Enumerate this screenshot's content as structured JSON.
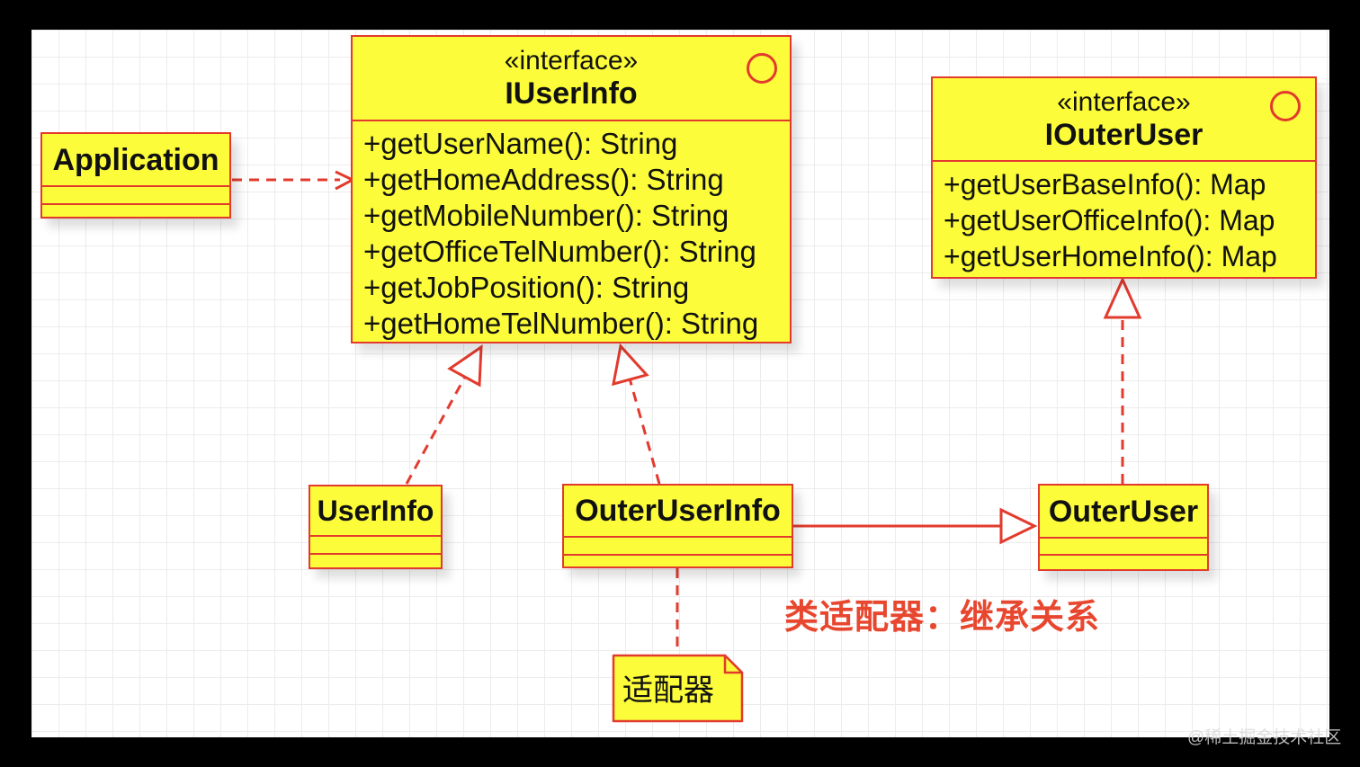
{
  "diagram": {
    "application": {
      "name": "Application"
    },
    "iuserinfo": {
      "stereotype": "«interface»",
      "name": "IUserInfo",
      "methods": [
        "+getUserName(): String",
        "+getHomeAddress(): String",
        "+getMobileNumber(): String",
        "+getOfficeTelNumber(): String",
        "+getJobPosition(): String",
        "+getHomeTelNumber(): String"
      ]
    },
    "iouteruser": {
      "stereotype": "«interface»",
      "name": "IOuterUser",
      "methods": [
        "+getUserBaseInfo(): Map",
        "+getUserOfficeInfo(): Map",
        "+getUserHomeInfo(): Map"
      ]
    },
    "userinfo": {
      "name": "UserInfo"
    },
    "outeruserinfo": {
      "name": "OuterUserInfo"
    },
    "outeruser": {
      "name": "OuterUser"
    },
    "note": {
      "text": "适配器"
    },
    "annotation": {
      "text": "类适配器：继承关系"
    }
  },
  "watermark": {
    "text": "@稀土掘金技术社区"
  },
  "colors": {
    "accent": "#e23b2e",
    "box_fill": "#fcfc3a",
    "text": "#111111",
    "annotation": "#e8472f",
    "watermark": "#d9d9d9",
    "canvas_bg": "#ffffff",
    "grid_line": "#ececec",
    "frame_bg": "#000000"
  }
}
